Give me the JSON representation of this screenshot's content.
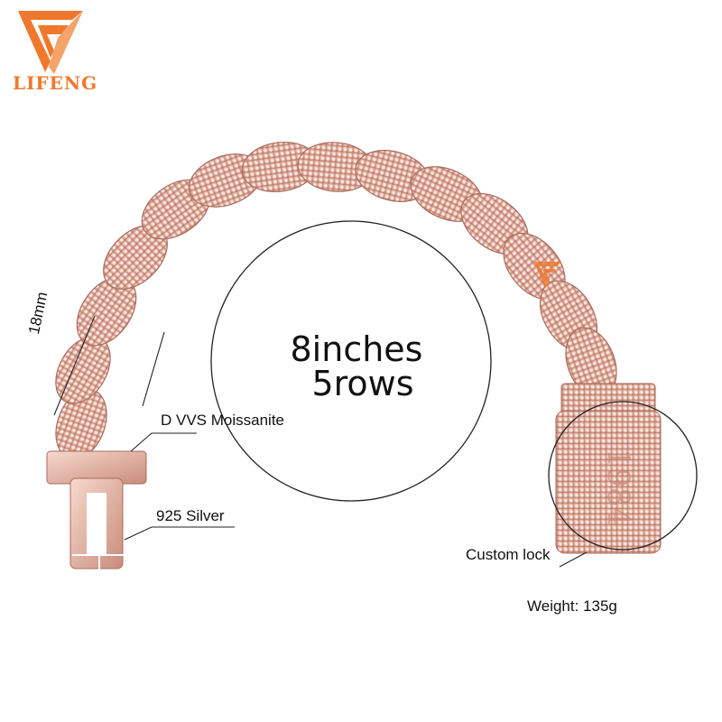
{
  "brand": {
    "name": "LIFENG",
    "logo_color": "#f0782d"
  },
  "center_label": {
    "line1": "8inches",
    "line2": "5rows"
  },
  "callouts": {
    "dimension": "18mm",
    "stone": "D VVS Moissanite",
    "metal": "925 Silver",
    "lock": "Custom lock",
    "weight": "Weight: 135g"
  },
  "colors": {
    "rose_gold": "#e9b7a6",
    "rose_shadow": "#b97c6e",
    "sparkle": "#fff7f2"
  }
}
